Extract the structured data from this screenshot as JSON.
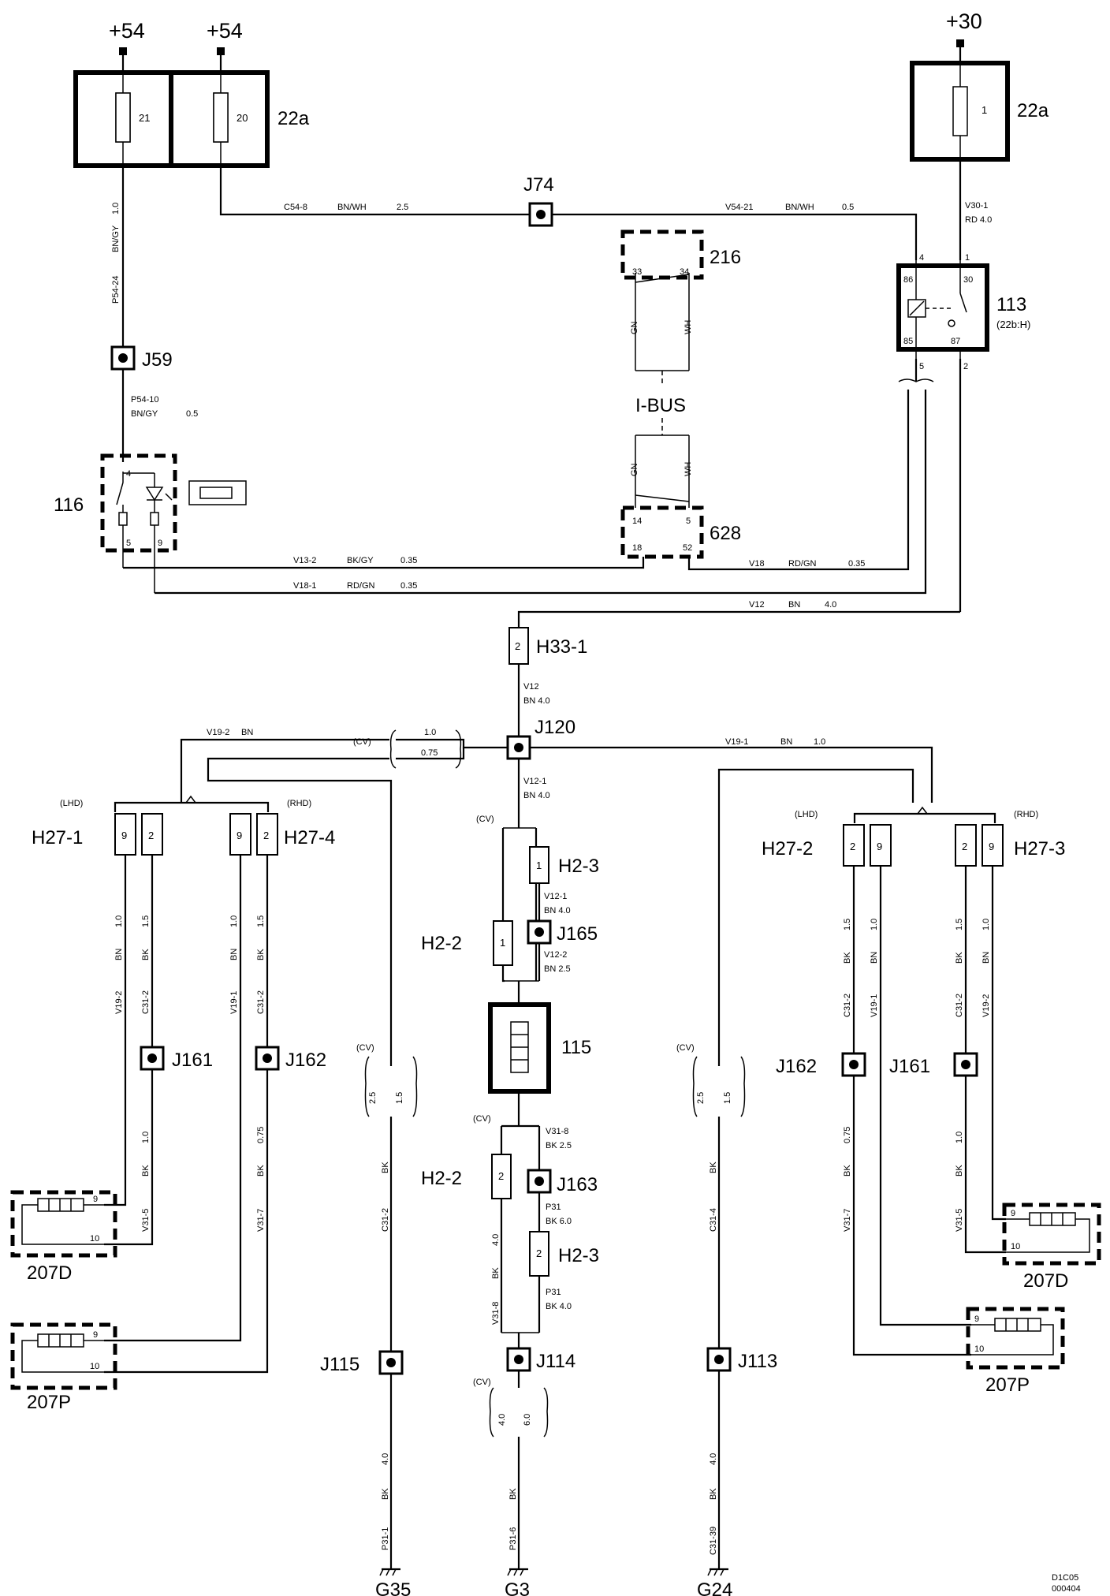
{
  "power": {
    "p54_left": "+54",
    "p54_right": "+54",
    "p30": "+30"
  },
  "fusebox": {
    "left_label": "22a",
    "right_label": "22a",
    "fuse_21": "21",
    "fuse_20": "20",
    "fuse_1": "1"
  },
  "wires": {
    "w_1_0": "1.0",
    "w_bngy": "BN/GY",
    "w_p5424": "P54-24",
    "w_c548": "C54-8",
    "w_bnwh_l": "BN/WH",
    "w_25_top": "2.5",
    "w_v5421": "V54-21",
    "w_bnwh_r": "BN/WH",
    "w_05_top": "0.5",
    "w_v301": "V30-1",
    "w_rd40": "RD  4.0",
    "w_p5410": "P54-10",
    "w_bngy05": "BN/GY",
    "w_05_mid": "0.5",
    "w_v132": "V13-2",
    "w_bkgy": "BK/GY",
    "w_035_a": "0.35",
    "w_v181": "V18-1",
    "w_rdgn_a": "RD/GN",
    "w_035_b": "0.35",
    "w_v18": "V18",
    "w_rdgn_b": "RD/GN",
    "w_035_c": "0.35",
    "w_v12": "V12",
    "w_bn_a": "BN",
    "w_40_a": "4.0",
    "w_v12b": "V12",
    "w_bn40": "BN  4.0",
    "w_v192": "V19-2",
    "w_bn_b": "BN",
    "w_cv1": "(CV)",
    "w_10": "1.0",
    "w_075": "0.75",
    "w_v191": "V19-1",
    "w_bn_c": "BN",
    "w_10_c": "1.0",
    "w_v121": "V12-1",
    "w_bn40b": "BN  4.0",
    "w_v121b": "V12-1",
    "w_bn40c": "BN  4.0",
    "w_v122": "V12-2",
    "w_bn25": "BN  2.5",
    "w_v318": "V31-8",
    "w_bk25": "BK  2.5",
    "w_p31": "P31",
    "w_bk60": "BK  6.0",
    "w_p31b": "P31",
    "w_bk40": "BK  4.0",
    "w_cv_a": "(CV)",
    "w_cv_b": "(CV)",
    "w_cv_c": "(CV)",
    "w_cv_d": "(CV)",
    "w_cv_e": "(CV)",
    "v_gn_a": "GN",
    "v_wh_a": "WH",
    "v_gn_b": "GN",
    "v_wh_b": "WH",
    "lhd_a": "(LHD)",
    "rhd_a": "(RHD)",
    "lhd_b": "(LHD)",
    "rhd_b": "(RHD)",
    "v_10_a": "1.0",
    "v_bn_a": "BN",
    "v_v192_a": "V19-2",
    "v_15_a": "1.5",
    "v_bk_a": "BK",
    "v_c312_a": "C31-2",
    "v_10_b": "1.0",
    "v_bn_b": "BN",
    "v_v191_b": "V19-1",
    "v_15_b": "1.5",
    "v_bk_b": "BK",
    "v_c312_b": "C31-2",
    "v_10_c": "1.0",
    "v_bk_c": "BK",
    "v_v315_c": "V31-5",
    "v_075_d": "0.75",
    "v_bk_d": "BK",
    "v_v317_d": "V31-7",
    "v_25_e": "2.5",
    "v_15_e": "1.5",
    "v_bk_e": "BK",
    "v_c312_e": "C31-2",
    "v_40_f": "4.0",
    "v_bk_f": "BK",
    "v_p311_f": "P31-1",
    "v_40_g": "4.0",
    "v_bk_g": "BK",
    "v_v318_g": "V31-8",
    "v_40_h": "4.0",
    "v_60_h": "6.0",
    "v_bk_i": "BK",
    "v_p316_i": "P31-6",
    "v_25_j": "2.5",
    "v_15_j": "1.5",
    "v_bk_j": "BK",
    "v_c314_j": "C31-4",
    "v_40_k": "4.0",
    "v_bk_k": "BK",
    "v_c3139_k": "C31-39",
    "v_15_l": "1.5",
    "v_bk_l": "BK",
    "v_c312_l": "C31-2",
    "v_10_l": "1.0",
    "v_bn_l": "BN",
    "v_v191_l": "V19-1",
    "v_15_m": "1.5",
    "v_bk_m": "BK",
    "v_c312_m": "C31-2",
    "v_10_m": "1.0",
    "v_bn_m": "BN",
    "v_v192_m": "V19-2",
    "v_075_n": "0.75",
    "v_bk_n": "BK",
    "v_v317_n": "V31-7",
    "v_10_o": "1.0",
    "v_bk_o": "BK",
    "v_v315_o": "V31-5"
  },
  "junctions": {
    "j74": "J74",
    "j59": "J59",
    "j120": "J120",
    "j165": "J165",
    "j163": "J163",
    "j114": "J114",
    "j115": "J115",
    "j113": "J113",
    "j161_l": "J161",
    "j162_l": "J162",
    "j162_r": "J162",
    "j161_r": "J161"
  },
  "components": {
    "c216": "216",
    "c628": "628",
    "ibus": "I-BUS",
    "c216_33": "33",
    "c216_34": "34",
    "c628_14": "14",
    "c628_5": "5",
    "c628_18": "18",
    "c628_52": "52",
    "c113": "113",
    "c113_sub": "(22b:H)",
    "c113_p4": "4",
    "c113_p1": "1",
    "c113_86": "86",
    "c113_30": "30",
    "c113_85": "85",
    "c113_87": "87",
    "c113_p5": "5",
    "c113_p2": "2",
    "c116": "116",
    "c116_4": "4",
    "c116_5": "5",
    "c116_9": "9",
    "c115": "115",
    "h33": "H33-1",
    "h33_pin": "2",
    "h23_a": "H2-3",
    "h23_a_pin": "1",
    "h22_a": "H2-2",
    "h22_a_pin": "1",
    "h22_b": "H2-2",
    "h22_b_pin": "2",
    "h23_b": "H2-3",
    "h23_b_pin": "2",
    "h271": "H27-1",
    "h274": "H27-4",
    "h272": "H27-2",
    "h273": "H27-3",
    "pin_9": "9",
    "pin_2": "2",
    "c207d_l": "207D",
    "c207p_l": "207P",
    "c207d_r": "207D",
    "c207p_r": "207P",
    "p9": "9",
    "p10": "10"
  },
  "grounds": {
    "g35": "G35",
    "g3": "G3",
    "g24": "G24"
  },
  "footer": {
    "code1": "D1C05",
    "code2": "000404"
  }
}
